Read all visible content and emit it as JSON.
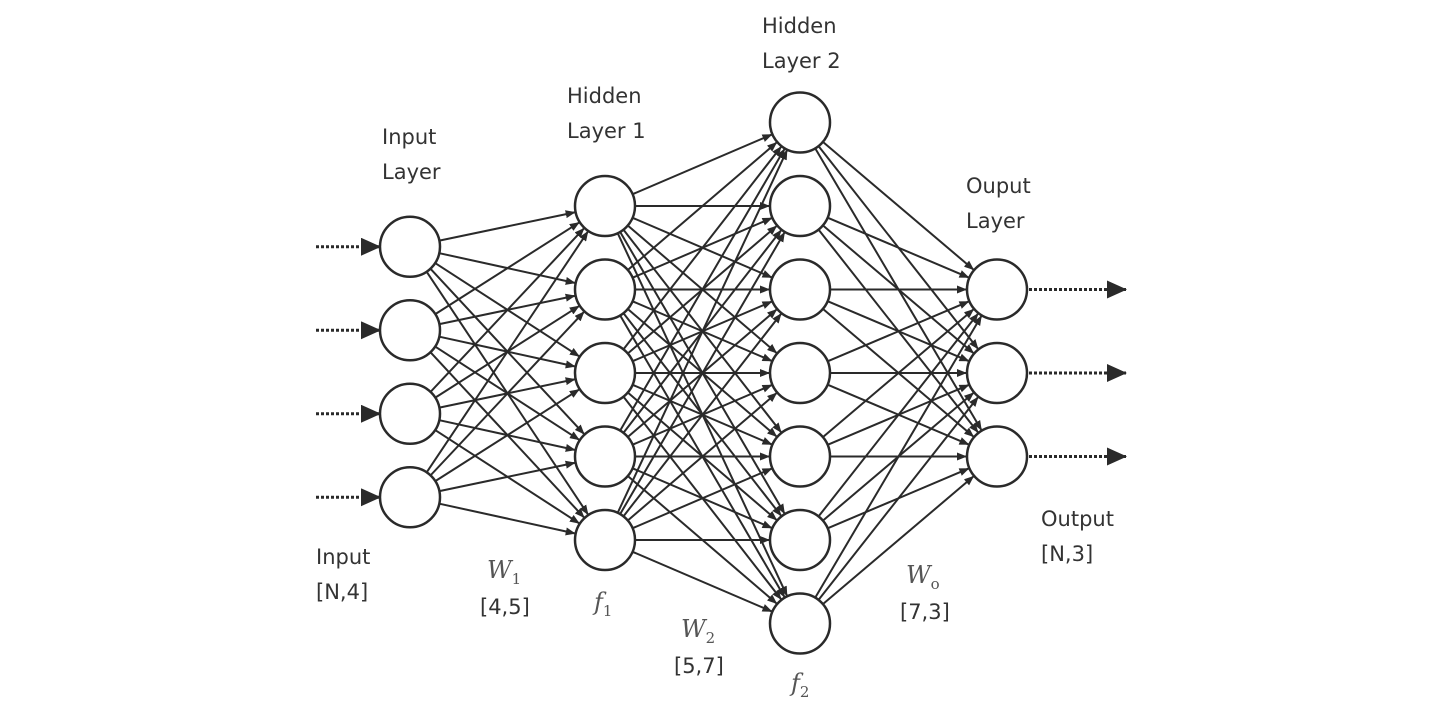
{
  "diagram": {
    "layers": [
      {
        "id": "input",
        "label_lines": [
          "Input",
          "Layer"
        ],
        "nodes": 4
      },
      {
        "id": "hidden1",
        "label_lines": [
          "Hidden",
          "Layer 1"
        ],
        "nodes": 5
      },
      {
        "id": "hidden2",
        "label_lines": [
          "Hidden",
          "Layer 2"
        ],
        "nodes": 7
      },
      {
        "id": "output",
        "label_lines": [
          "Ouput",
          "Layer"
        ],
        "nodes": 3
      }
    ],
    "annotations": {
      "input": {
        "line1": "Input",
        "line2": "[N,4]"
      },
      "w1": {
        "symbol": "W",
        "sub": "1",
        "shape": "[4,5]"
      },
      "f1": {
        "symbol": "f",
        "sub": "1"
      },
      "w2": {
        "symbol": "W",
        "sub": "2",
        "shape": "[5,7]"
      },
      "f2": {
        "symbol": "f",
        "sub": "2"
      },
      "wo": {
        "symbol": "W",
        "sub": "o",
        "shape": "[7,3]"
      },
      "output": {
        "line1": "Output",
        "line2": "[N,3]"
      }
    },
    "connectivity": "fully-connected",
    "colors": {
      "stroke": "#2a2a2a",
      "text": "#333333"
    }
  }
}
